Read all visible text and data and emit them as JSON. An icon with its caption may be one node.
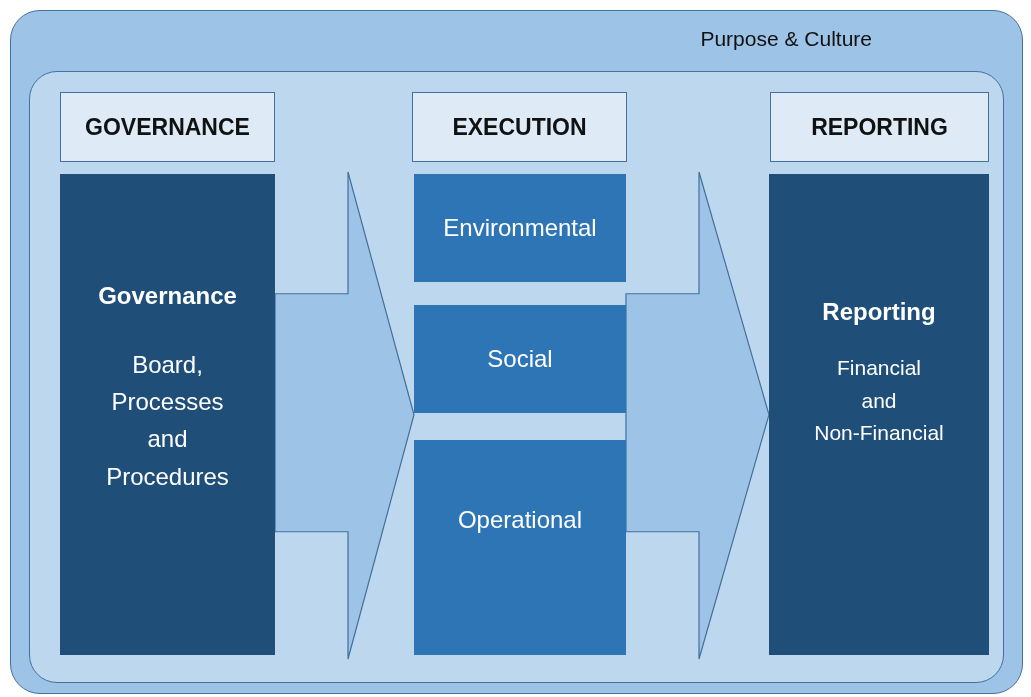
{
  "diagram": {
    "nodes": [
      {
        "text": [
          "Purpose & Culture"
        ]
      },
      {
        "text": [],
        "shape": "box",
        "in": 0
      },
      {
        "text": [
          "GOVERNANCE"
        ],
        "in": 1
      },
      {
        "text": [
          "EXECUTION"
        ],
        "in": 1
      },
      {
        "text": [
          "REPORTING"
        ],
        "in": 1
      },
      {
        "text": [
          "Governance",
          "Board, Processes and Procedures"
        ],
        "in": 1
      },
      {
        "text": [
          "Environmental"
        ],
        "in": 1
      },
      {
        "text": [
          "Social"
        ],
        "in": 1
      },
      {
        "text": [
          "Operational"
        ],
        "in": 1
      },
      {
        "text": [
          "Reporting",
          "Financial and Non-Financial"
        ],
        "in": 1
      }
    ],
    "edges": [
      {
        "from": 5,
        "to": 7,
        "arrow": "to"
      },
      {
        "from": 7,
        "to": 9,
        "arrow": "to"
      }
    ]
  }
}
